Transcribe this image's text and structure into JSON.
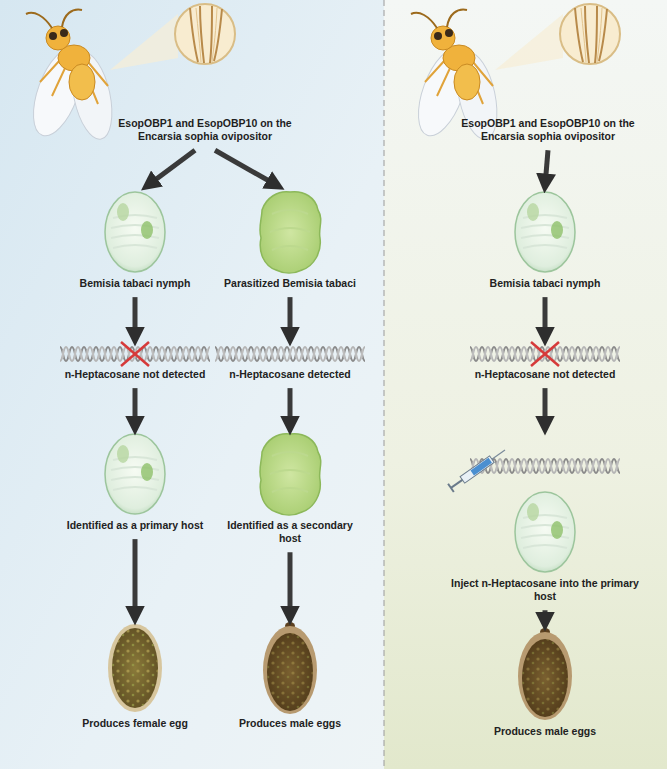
{
  "diagram": {
    "nodes": [
      {
        "text": [
          "EsopOBP1 and EsopOBP10 on the Encarsia sophia ovipositor"
        ]
      },
      {
        "text": [
          "Bemisia tabaci nymph"
        ]
      },
      {
        "text": [
          "Parasitized Bemisia tabaci"
        ]
      },
      {
        "text": [
          "n-Heptacosane not detected"
        ]
      },
      {
        "text": [
          "n-Heptacosane detected"
        ]
      },
      {
        "text": [
          "Identified as a primary host"
        ]
      },
      {
        "text": [
          "Identified as a secondary host"
        ]
      },
      {
        "text": [
          "Produces female egg"
        ]
      },
      {
        "text": [
          "Produces male eggs"
        ]
      },
      {
        "text": [
          "EsopOBP1 and EsopOBP10 on the Encarsia sophia ovipositor"
        ]
      },
      {
        "text": [
          "Bemisia tabaci nymph"
        ]
      },
      {
        "text": [
          "n-Heptacosane not detected"
        ]
      },
      {
        "text": [
          "Inject n-Heptacosane into the primary host"
        ]
      },
      {
        "text": [
          "Produces male eggs"
        ]
      }
    ],
    "edges": [
      {
        "from": 0,
        "to": 1,
        "arrow": "to"
      },
      {
        "from": 0,
        "to": 2,
        "arrow": "to"
      },
      {
        "from": 1,
        "to": 3,
        "arrow": "to"
      },
      {
        "from": 2,
        "to": 4,
        "arrow": "to"
      },
      {
        "from": 3,
        "to": 5,
        "arrow": "to"
      },
      {
        "from": 4,
        "to": 6,
        "arrow": "to"
      },
      {
        "from": 5,
        "to": 7,
        "arrow": "to"
      },
      {
        "from": 6,
        "to": 8,
        "arrow": "to"
      },
      {
        "from": 9,
        "to": 10,
        "arrow": "to"
      },
      {
        "from": 10,
        "to": 11,
        "arrow": "to"
      },
      {
        "from": 11,
        "to": 12,
        "arrow": "to"
      },
      {
        "from": 12,
        "to": 13,
        "arrow": "to"
      }
    ]
  }
}
